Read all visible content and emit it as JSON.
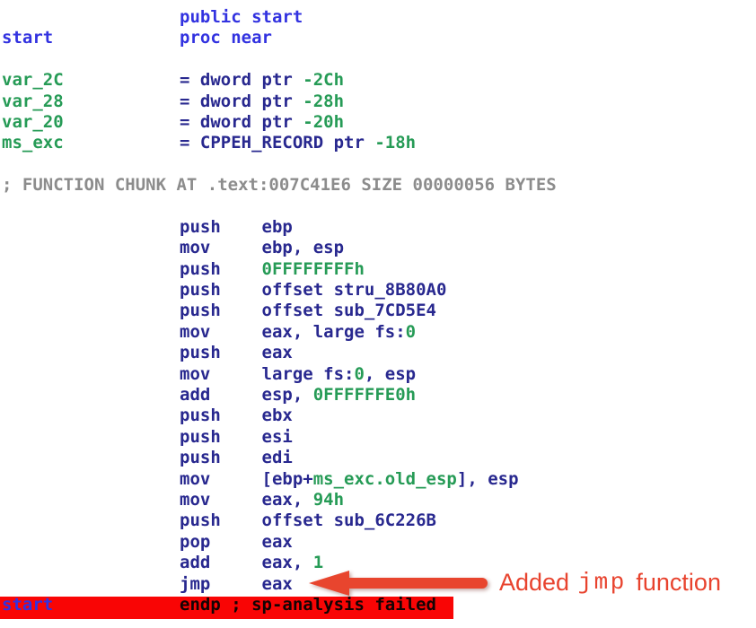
{
  "colors": {
    "name": "#3232e0",
    "code": "#28288f",
    "num": "#269b56",
    "comment": "#8c8c8c",
    "black": "#140404",
    "highlight": "#f90505",
    "arrow": "#e8452e",
    "annotation": "#e8432e"
  },
  "annotation": {
    "prefix": "Added ",
    "code": "jmp",
    "suffix": " function"
  },
  "code": {
    "lines": [
      {
        "body": [
          {
            "t": "public start",
            "c": "name"
          }
        ]
      },
      {
        "label": [
          {
            "t": "start",
            "c": "name"
          }
        ],
        "body": [
          {
            "t": "proc near",
            "c": "name"
          }
        ]
      },
      {},
      {
        "label": [
          {
            "t": "var_2C",
            "c": "num"
          }
        ],
        "body": [
          {
            "t": "= dword ptr ",
            "c": "code"
          },
          {
            "t": "-2Ch",
            "c": "num"
          }
        ]
      },
      {
        "label": [
          {
            "t": "var_28",
            "c": "num"
          }
        ],
        "body": [
          {
            "t": "= dword ptr ",
            "c": "code"
          },
          {
            "t": "-28h",
            "c": "num"
          }
        ]
      },
      {
        "label": [
          {
            "t": "var_20",
            "c": "num"
          }
        ],
        "body": [
          {
            "t": "= dword ptr ",
            "c": "code"
          },
          {
            "t": "-20h",
            "c": "num"
          }
        ]
      },
      {
        "label": [
          {
            "t": "ms_exc",
            "c": "num"
          }
        ],
        "body": [
          {
            "t": "= CPPEH_RECORD ptr ",
            "c": "code"
          },
          {
            "t": "-18h",
            "c": "num"
          }
        ]
      },
      {},
      {
        "label": [
          {
            "t": "; FUNCTION CHUNK AT .text:007C41E6 SIZE 00000056 BYTES",
            "c": "comment"
          }
        ]
      },
      {},
      {
        "body": [
          {
            "t": "push    ebp",
            "c": "code"
          }
        ]
      },
      {
        "body": [
          {
            "t": "mov     ebp, esp",
            "c": "code"
          }
        ]
      },
      {
        "body": [
          {
            "t": "push    ",
            "c": "code"
          },
          {
            "t": "0FFFFFFFFh",
            "c": "num"
          }
        ]
      },
      {
        "body": [
          {
            "t": "push    offset stru_8B80A0",
            "c": "code"
          }
        ]
      },
      {
        "body": [
          {
            "t": "push    offset sub_7CD5E4",
            "c": "code"
          }
        ]
      },
      {
        "body": [
          {
            "t": "mov     eax, large fs:",
            "c": "code"
          },
          {
            "t": "0",
            "c": "num"
          }
        ]
      },
      {
        "body": [
          {
            "t": "push    eax",
            "c": "code"
          }
        ]
      },
      {
        "body": [
          {
            "t": "mov     large fs:",
            "c": "code"
          },
          {
            "t": "0",
            "c": "num"
          },
          {
            "t": ", esp",
            "c": "code"
          }
        ]
      },
      {
        "body": [
          {
            "t": "add     esp, ",
            "c": "code"
          },
          {
            "t": "0FFFFFFE0h",
            "c": "num"
          }
        ]
      },
      {
        "body": [
          {
            "t": "push    ebx",
            "c": "code"
          }
        ]
      },
      {
        "body": [
          {
            "t": "push    esi",
            "c": "code"
          }
        ]
      },
      {
        "body": [
          {
            "t": "push    edi",
            "c": "code"
          }
        ]
      },
      {
        "body": [
          {
            "t": "mov     [ebp+",
            "c": "code"
          },
          {
            "t": "ms_exc.old_esp",
            "c": "num"
          },
          {
            "t": "], esp",
            "c": "code"
          }
        ]
      },
      {
        "body": [
          {
            "t": "mov     eax, ",
            "c": "code"
          },
          {
            "t": "94h",
            "c": "num"
          }
        ]
      },
      {
        "body": [
          {
            "t": "push    offset sub_6C226B",
            "c": "code"
          }
        ]
      },
      {
        "body": [
          {
            "t": "pop     eax",
            "c": "code"
          }
        ]
      },
      {
        "body": [
          {
            "t": "add     eax, ",
            "c": "code"
          },
          {
            "t": "1",
            "c": "num"
          }
        ]
      },
      {
        "body": [
          {
            "t": "jmp     eax",
            "c": "code"
          }
        ]
      },
      {
        "highlight": true,
        "label": [
          {
            "t": "start",
            "c": "name"
          }
        ],
        "body": [
          {
            "t": "endp ; sp-analysis failed",
            "c": "black"
          }
        ]
      }
    ]
  }
}
